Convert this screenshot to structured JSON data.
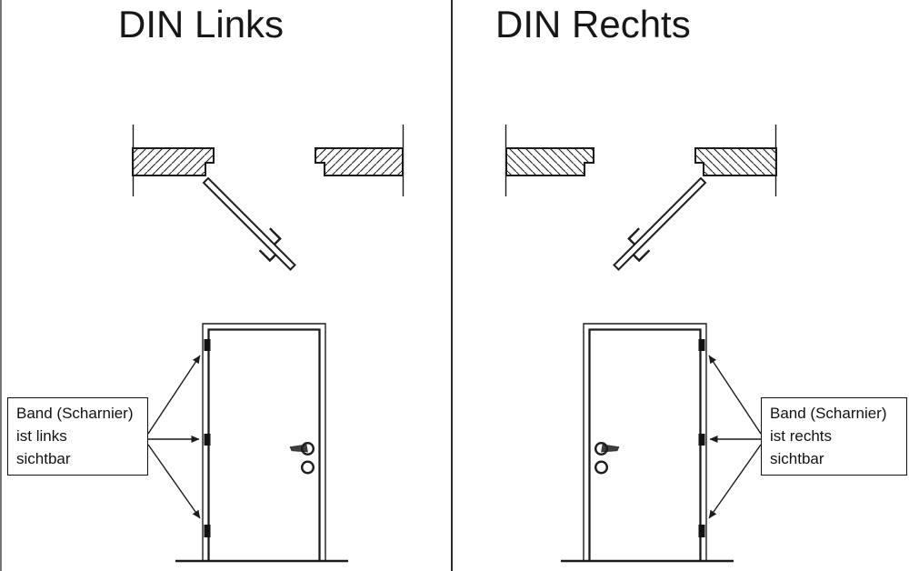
{
  "colors": {
    "ink": "#1c1c1c",
    "background": "#ffffff",
    "hinge_fill": "#111111"
  },
  "panels": [
    {
      "title": "DIN Links",
      "label_box": {
        "line1": "Band (Scharnier)",
        "line2": "ist links",
        "line3": "sichtbar"
      },
      "hinge_side": "left",
      "hinge_count": 3
    },
    {
      "title": "DIN Rechts",
      "label_box": {
        "line1": "Band (Scharnier)",
        "line2": "ist rechts",
        "line3": "sichtbar"
      },
      "hinge_side": "right",
      "hinge_count": 3
    }
  ]
}
